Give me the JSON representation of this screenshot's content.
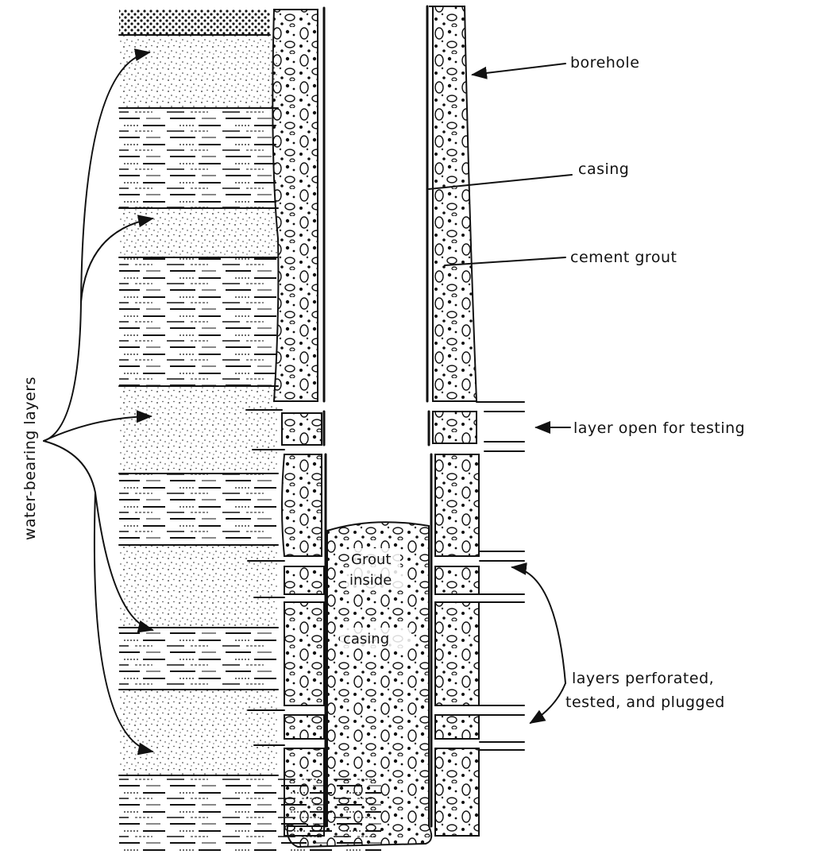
{
  "labels": {
    "borehole": "borehole",
    "casing": "casing",
    "cement_grout": "cement grout",
    "layer_open": "layer open for testing",
    "layers_perforated_1": "layers perforated,",
    "layers_perforated_2": "tested, and plugged",
    "water_bearing": "water-bearing layers",
    "grout_inside_1": "Grout",
    "grout_inside_2": "inside",
    "grout_inside_3": "casing"
  },
  "colors": {
    "ink": "#111111",
    "paper": "#ffffff"
  }
}
